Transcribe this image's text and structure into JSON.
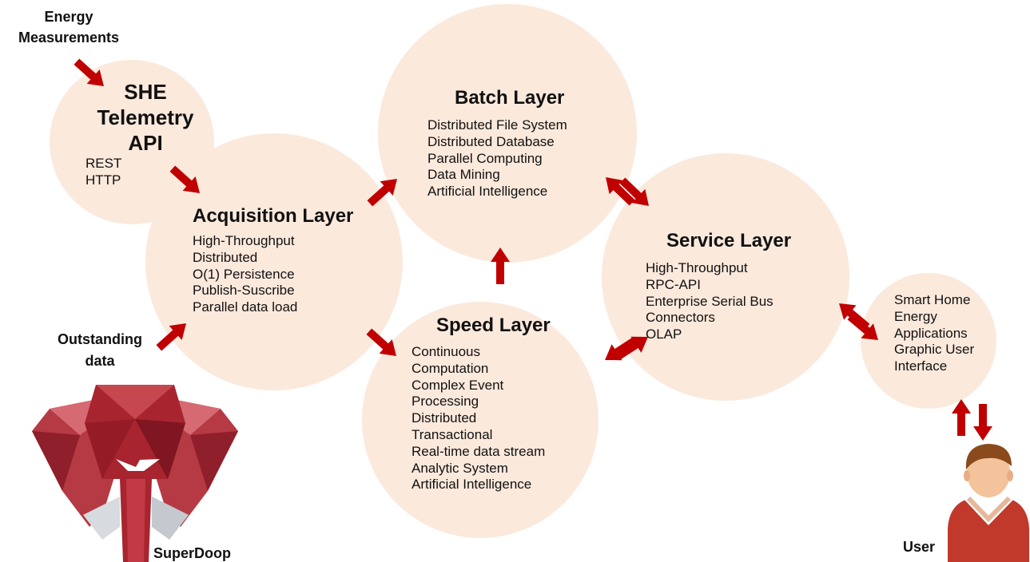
{
  "inputs": {
    "energy_line1": "Energy",
    "energy_line2": "Measurements",
    "outstanding_line1": "Outstanding",
    "outstanding_line2": "data"
  },
  "she": {
    "title_line1": "SHE",
    "title_line2": "Telemetry",
    "title_line3": "API",
    "items": [
      "REST",
      "HTTP"
    ]
  },
  "acquisition": {
    "title": "Acquisition Layer",
    "items": [
      "High-Throughput",
      "Distributed",
      "O(1) Persistence",
      "Publish-Suscribe",
      "Parallel data load"
    ]
  },
  "batch": {
    "title": "Batch Layer",
    "items": [
      "Distributed File System",
      "Distributed Database",
      "Parallel Computing",
      "Data Mining",
      "Artificial Intelligence"
    ]
  },
  "speed": {
    "title": "Speed Layer",
    "items": [
      "Continuous",
      "Computation",
      "Complex Event",
      "Processing",
      "Distributed",
      "Transactional",
      "Real-time data stream",
      "Analytic System",
      "Artificial Intelligence"
    ]
  },
  "service": {
    "title": "Service Layer",
    "items": [
      "High-Throughput",
      "RPC-API",
      "Enterprise Serial Bus",
      "Connectors",
      "OLAP"
    ]
  },
  "apps": {
    "items": [
      "Smart Home",
      "Energy",
      "Applications",
      "Graphic User",
      "Interface"
    ]
  },
  "user": {
    "label": "User"
  },
  "logo": {
    "label": "SuperDoop"
  },
  "colors": {
    "circle": "#fbe9dc",
    "arrow": "#c00000",
    "logo_red": "#a8242f"
  }
}
